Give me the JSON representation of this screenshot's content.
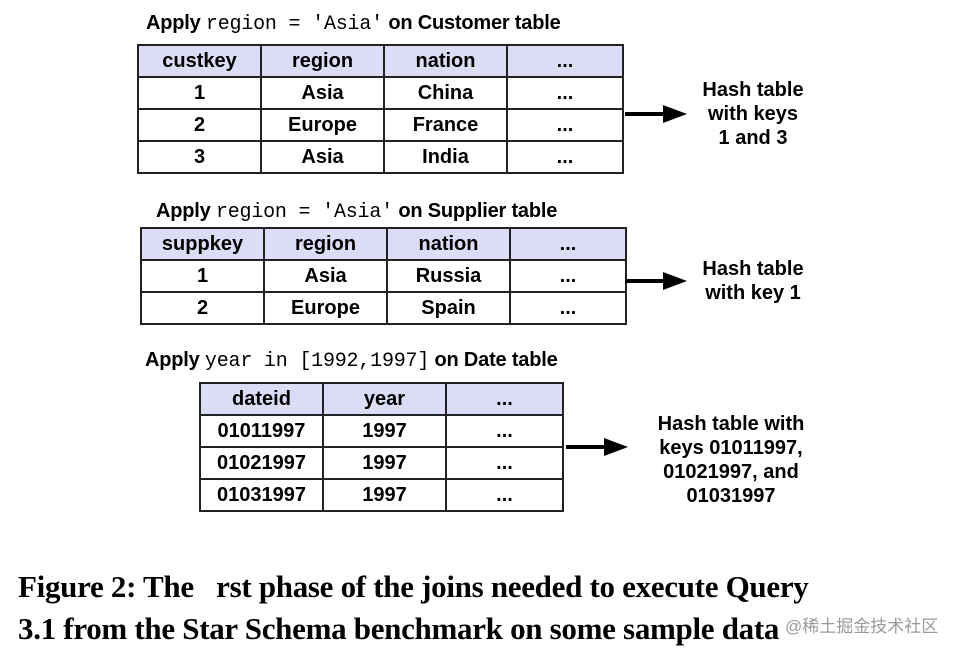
{
  "figure": {
    "sections": [
      {
        "title_prefix": "Apply",
        "title_code": "region = 'Asia'",
        "title_suffix": "on Customer table",
        "headers": [
          "custkey",
          "region",
          "nation",
          "..."
        ],
        "rows": [
          [
            "1",
            "Asia",
            "China",
            "..."
          ],
          [
            "2",
            "Europe",
            "France",
            "..."
          ],
          [
            "3",
            "Asia",
            "India",
            "..."
          ]
        ],
        "hash_lines": [
          "Hash table",
          "with keys",
          "1 and 3"
        ]
      },
      {
        "title_prefix": "Apply",
        "title_code": "region = 'Asia'",
        "title_suffix": "on Supplier table",
        "headers": [
          "suppkey",
          "region",
          "nation",
          "..."
        ],
        "rows": [
          [
            "1",
            "Asia",
            "Russia",
            "..."
          ],
          [
            "2",
            "Europe",
            "Spain",
            "..."
          ]
        ],
        "hash_lines": [
          "Hash table",
          "with key 1"
        ]
      },
      {
        "title_prefix": "Apply",
        "title_code": "year in [1992,1997]",
        "title_suffix": "on Date table",
        "headers": [
          "dateid",
          "year",
          "..."
        ],
        "rows": [
          [
            "01011997",
            "1997",
            "..."
          ],
          [
            "01021997",
            "1997",
            "..."
          ],
          [
            "01031997",
            "1997",
            "..."
          ]
        ],
        "hash_lines": [
          "Hash table with",
          "keys 01011997,",
          "01021997, and",
          "01031997"
        ]
      }
    ],
    "caption_line1": "Figure 2: The   rst phase of the joins needed to execute Query",
    "caption_line2": "3.1 from the Star Schema benchmark on some sample data",
    "watermark": "@稀土掘金技术社区",
    "colors": {
      "header_bg": "#dcdcf6",
      "border": "#222222",
      "text": "#000000"
    }
  }
}
